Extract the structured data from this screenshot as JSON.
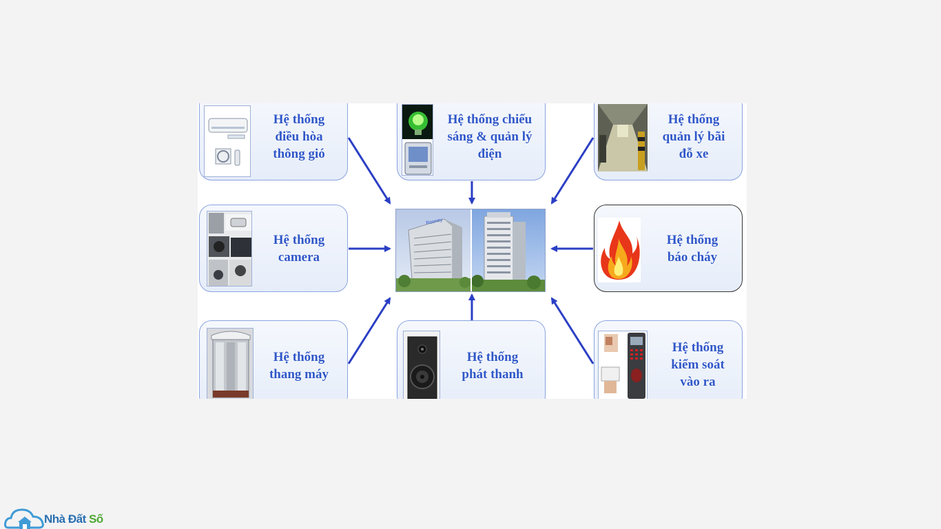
{
  "diagram": {
    "boxes": [
      {
        "id": "hvac",
        "lines": [
          "Hệ thống",
          "điều hòa",
          "thông gió"
        ],
        "icon": "air-conditioner-icon"
      },
      {
        "id": "lighting",
        "lines": [
          "Hệ thống chiếu",
          "sáng & quản lý",
          "điện"
        ],
        "icon": "light-bulb-icon"
      },
      {
        "id": "parking",
        "lines": [
          "Hệ thống",
          "quản lý bãi",
          "đỗ xe"
        ],
        "icon": "parking-garage-icon"
      },
      {
        "id": "camera",
        "lines": [
          "Hệ thống",
          "camera"
        ],
        "icon": "cctv-camera-icon"
      },
      {
        "id": "fire",
        "lines": [
          "Hệ thống",
          "báo cháy"
        ],
        "icon": "fire-icon"
      },
      {
        "id": "elevator",
        "lines": [
          "Hệ thống",
          "thang máy"
        ],
        "icon": "elevator-icon"
      },
      {
        "id": "audio",
        "lines": [
          "Hệ thống",
          "phát thanh"
        ],
        "icon": "speaker-icon"
      },
      {
        "id": "access",
        "lines": [
          "Hệ thống",
          "kiểm soát",
          "vào ra"
        ],
        "icon": "fingerprint-reader-icon"
      }
    ],
    "center": {
      "icon": "buildings-image",
      "sign": "Rooney"
    },
    "colors": {
      "text": "#2f57c8",
      "arrow": "#2b3fc4",
      "border": "#8aa3e0"
    }
  },
  "footer": {
    "logo_text_a": "Nhà Đất",
    "logo_text_b": "Số"
  }
}
